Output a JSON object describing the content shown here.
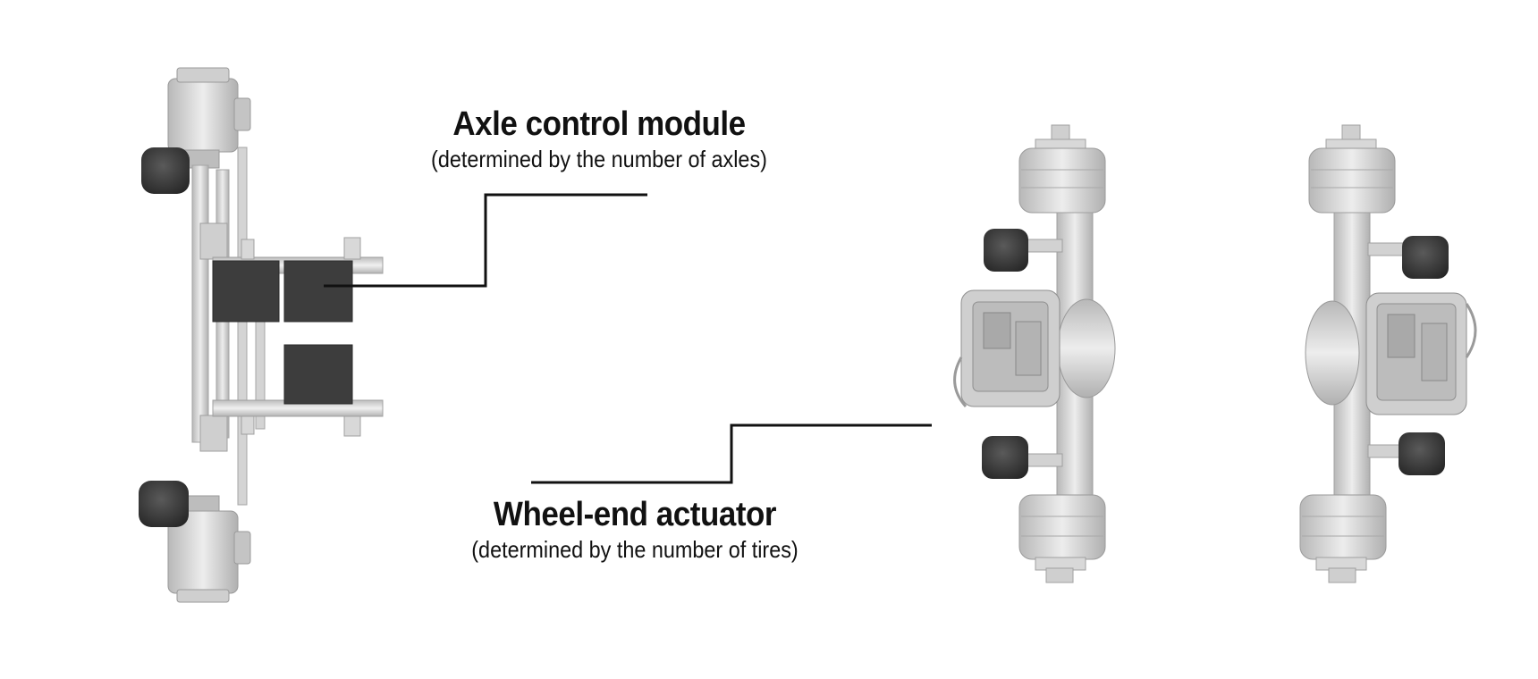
{
  "labels": {
    "axle_control_module": {
      "title": "Axle control module",
      "subtitle": "(determined by the number of axles)"
    },
    "wheel_end_actuator": {
      "title": "Wheel-end actuator",
      "subtitle": "(determined by the number of tires)"
    }
  },
  "colors": {
    "module_box": "#3d3d3d",
    "actuator": "#3a3a3a",
    "axle_metal": "#d6d6d6",
    "axle_shadow": "#a9a9a9",
    "leader_line": "#111111"
  }
}
